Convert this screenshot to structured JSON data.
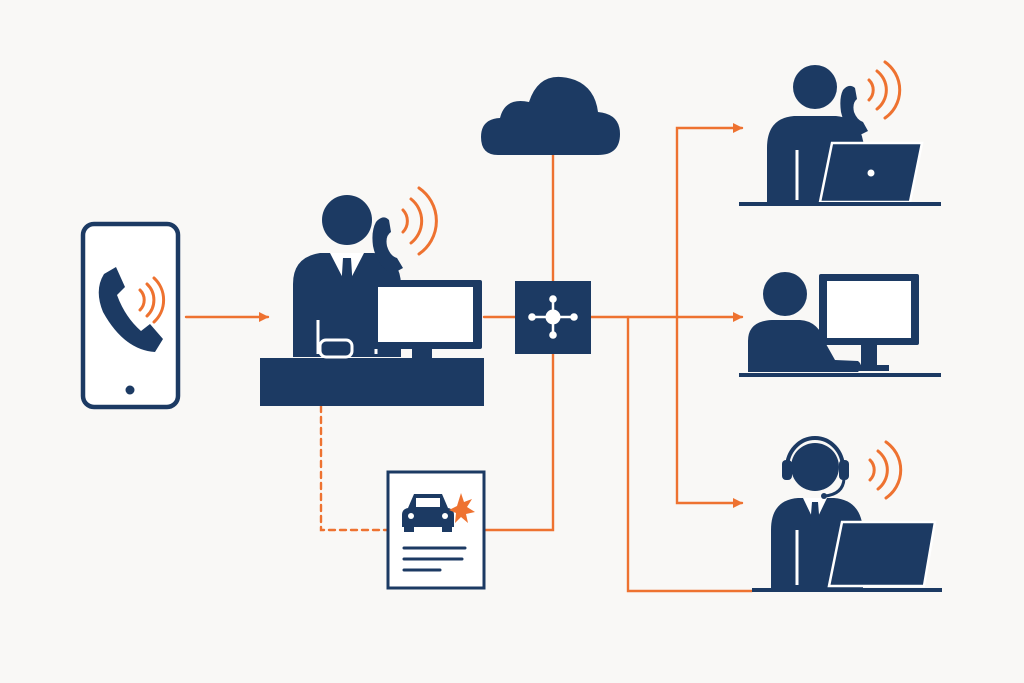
{
  "colors": {
    "background": "#f9f8f6",
    "navy": "#1c3a63",
    "orange": "#ee7230",
    "white": "#ffffff"
  },
  "nodes": {
    "caller": {
      "icons": [
        "smartphone-icon",
        "phone-handset-icon",
        "sound-waves-icon"
      ]
    },
    "dispatcher": {
      "icons": [
        "person-icon",
        "phone-handset-icon",
        "sound-waves-icon",
        "monitor-icon",
        "desk-icon"
      ]
    },
    "cloud": {
      "icons": [
        "cloud-icon"
      ]
    },
    "hub": {
      "icons": [
        "network-hub-icon"
      ]
    },
    "incident_report": {
      "icons": [
        "car-crash-icon",
        "document-lines-icon"
      ]
    },
    "agent_phone": {
      "icons": [
        "person-icon",
        "phone-handset-icon",
        "sound-waves-icon",
        "laptop-icon"
      ]
    },
    "agent_monitor": {
      "icons": [
        "person-icon",
        "monitor-icon"
      ]
    },
    "agent_headset": {
      "icons": [
        "person-icon",
        "headset-icon",
        "sound-waves-icon",
        "laptop-icon"
      ]
    }
  },
  "connections": [
    {
      "from": "caller",
      "to": "dispatcher",
      "style": "solid",
      "arrow": true
    },
    {
      "from": "dispatcher",
      "to": "hub",
      "style": "solid",
      "arrow": false
    },
    {
      "from": "cloud",
      "to": "hub",
      "style": "solid",
      "arrow": false
    },
    {
      "from": "hub",
      "to": "agent_phone",
      "style": "solid",
      "arrow": true
    },
    {
      "from": "hub",
      "to": "agent_monitor",
      "style": "solid",
      "arrow": true
    },
    {
      "from": "hub",
      "to": "agent_headset",
      "style": "solid",
      "arrow": true
    },
    {
      "from": "hub",
      "to": "agent_headset_desk",
      "style": "solid",
      "arrow": false
    },
    {
      "from": "dispatcher",
      "to": "incident_report",
      "style": "dashed",
      "arrow": false
    },
    {
      "from": "incident_report",
      "to": "hub",
      "style": "solid",
      "arrow": false
    }
  ]
}
